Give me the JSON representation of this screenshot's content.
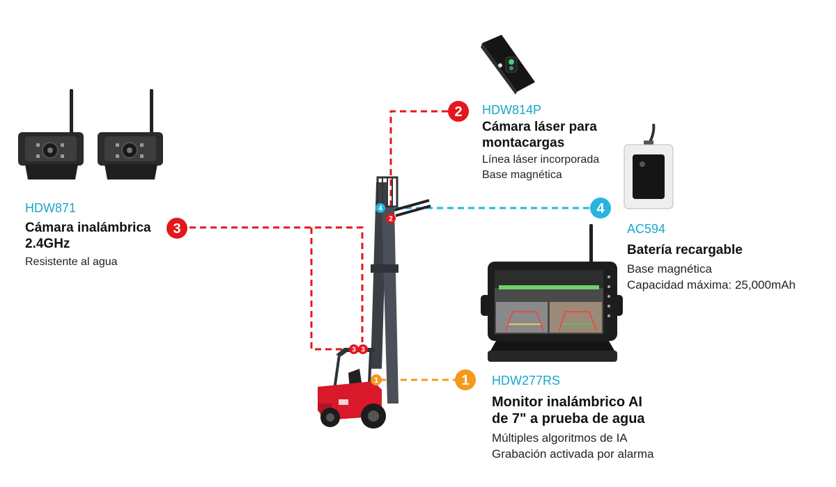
{
  "colors": {
    "red": "#e3171c",
    "cyan": "#27b4de",
    "orange": "#f39a1b",
    "model_text": "#1aa7c9",
    "forklift_body": "#d7192a"
  },
  "products": [
    {
      "number": "1",
      "model": "HDW277RS",
      "title_lines": [
        "Monitor inalámbrico AI",
        "de 7\" a prueba de agua"
      ],
      "features": [
        "Múltiples algoritmos de IA",
        "Grabación activada por alarma"
      ],
      "icon": "monitor-icon"
    },
    {
      "number": "2",
      "model": "HDW814P",
      "title_lines": [
        "Cámara láser para",
        "montacargas"
      ],
      "features": [
        "Línea láser incorporada",
        "Base magnética"
      ],
      "icon": "laser-camera-icon"
    },
    {
      "number": "3",
      "model": "HDW871",
      "title_lines": [
        "Cámara inalámbrica",
        "2.4GHz"
      ],
      "features": [
        "Resistente al agua"
      ],
      "icon": "wireless-camera-icon"
    },
    {
      "number": "4",
      "model": "AC594",
      "title_lines": [
        "Batería recargable"
      ],
      "features": [
        "Base magnética",
        "Capacidad máxima: 25,000mAh"
      ],
      "icon": "battery-icon"
    }
  ]
}
